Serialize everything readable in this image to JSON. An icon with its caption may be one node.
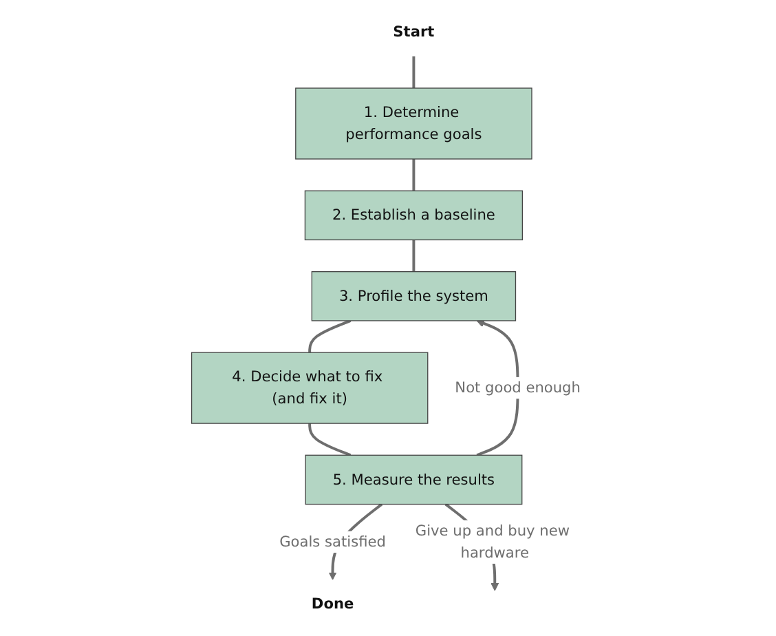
{
  "diagram": {
    "nodes": [
      {
        "text": [
          "Start"
        ]
      },
      {
        "text": [
          "1. Determine performance goals"
        ]
      },
      {
        "text": [
          "2. Establish a baseline"
        ]
      },
      {
        "text": [
          "3. Profile the system"
        ]
      },
      {
        "text": [
          "4. Decide what to fix (and fix it)"
        ]
      },
      {
        "text": [
          "5. Measure the results"
        ]
      },
      {
        "text": [
          "Done"
        ]
      }
    ],
    "edges": [
      {
        "from": 0,
        "to": 1,
        "arrow": "none"
      },
      {
        "from": 1,
        "to": 2,
        "arrow": "none"
      },
      {
        "from": 2,
        "to": 3,
        "arrow": "none"
      },
      {
        "from": 3,
        "to": 4,
        "arrow": "none"
      },
      {
        "from": 4,
        "to": 5,
        "arrow": "none"
      },
      {
        "from": 5,
        "to": 3,
        "arrow": "to",
        "label": "Not good enough"
      },
      {
        "from": 5,
        "to": 6,
        "arrow": "to",
        "label": "Goals satisfied"
      },
      {
        "from": 5,
        "to": null,
        "arrow": "to",
        "label": "Give up and buy new hardware"
      }
    ]
  }
}
